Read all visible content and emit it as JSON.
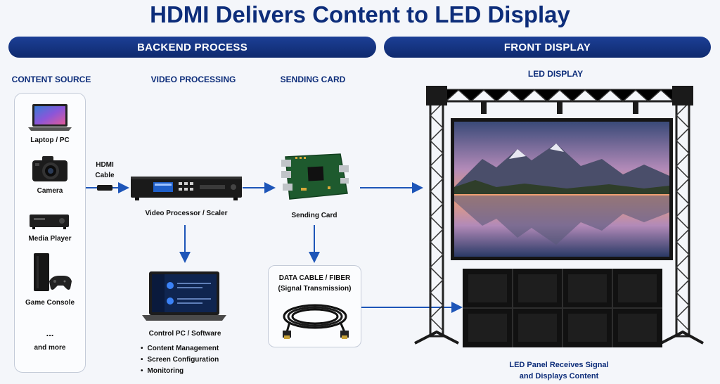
{
  "title": "HDMI Delivers Content to LED Display",
  "banners": {
    "backend": "BACKEND PROCESS",
    "front": "FRONT DISPLAY"
  },
  "columns": {
    "content_source": "CONTENT SOURCE",
    "video_processing": "VIDEO PROCESSING",
    "sending_card": "SENDING CARD",
    "led_display": "LED DISPLAY"
  },
  "sources": {
    "laptop": "Laptop / PC",
    "camera": "Camera",
    "media_player": "Media Player",
    "game_console": "Game Console",
    "ellipsis": "...",
    "more": "and more"
  },
  "hdmi_cable": {
    "line1": "HDMI",
    "line2": "Cable"
  },
  "video_processor": {
    "label": "Video Processor / Scaler"
  },
  "sending_card": {
    "label": "Sending Card"
  },
  "control_pc": {
    "label": "Control PC / Software",
    "bullets": [
      "Content Management",
      "Screen Configuration",
      "Monitoring"
    ]
  },
  "data_cable": {
    "line1": "DATA CABLE / FIBER",
    "line2": "(Signal Transmission)"
  },
  "led_panel": {
    "line1": "LED Panel Receives Signal",
    "line2": "and Displays Content"
  },
  "colors": {
    "primary": "#0d2d7a",
    "arrow": "#1d55b8",
    "banner": "#173a8c"
  }
}
